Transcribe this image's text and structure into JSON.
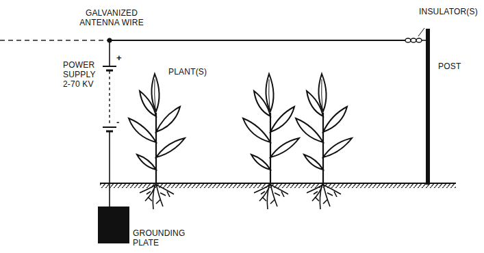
{
  "diagram": {
    "labels": [
      "GALVANIZED ANTENNA WIRE",
      "INSULATOR(S)",
      "POST",
      "POWER SUPPLY 2-70 KV",
      "+",
      "-",
      "PLANT(S)",
      "GROUNDING PLATE"
    ]
  }
}
